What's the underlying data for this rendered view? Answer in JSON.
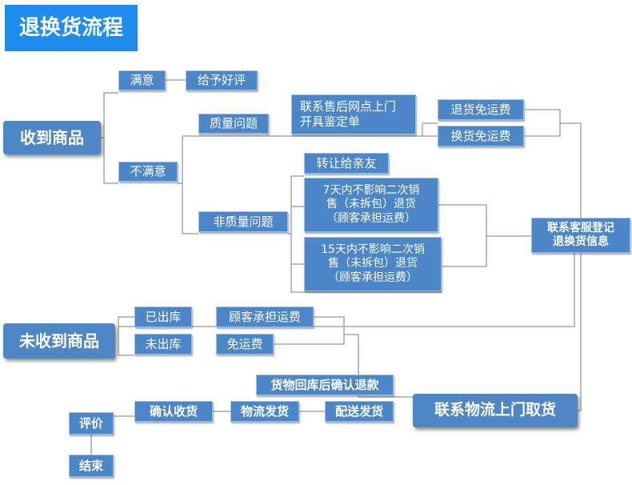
{
  "title": "退换货流程",
  "nodes": {
    "received": "收到商品",
    "satisfied": "满意",
    "good_review": "给予好评",
    "unsatisfied": "不满意",
    "quality_issue": "质量问题",
    "appraisal": "联系售后网点上门\n开具鉴定单",
    "return_free": "退货免运费",
    "exchange_free": "换货免运费",
    "non_quality_issue": "非质量问题",
    "transfer": "转让给亲友",
    "seven_day": "7天内不影响二次销\n售（未拆包）退货\n（顾客承担运费）",
    "fifteen_day": "15天内不影响二次销\n售（未拆包）退货\n（顾客承担运费）",
    "contact_cs": "联系客服登记\n退换货信息",
    "not_received": "未收到商品",
    "shipped": "已出库",
    "customer_pays": "顾客承担运费",
    "not_shipped": "未出库",
    "free_shipping": "免运费",
    "goods_returned": "货物回库后确认退款",
    "pickup": "联系物流上门取货",
    "confirm_receipt": "确认收货",
    "logistics_ship": "物流发货",
    "delivery_ship": "配送发货",
    "evaluate": "评价",
    "end": "结束"
  }
}
